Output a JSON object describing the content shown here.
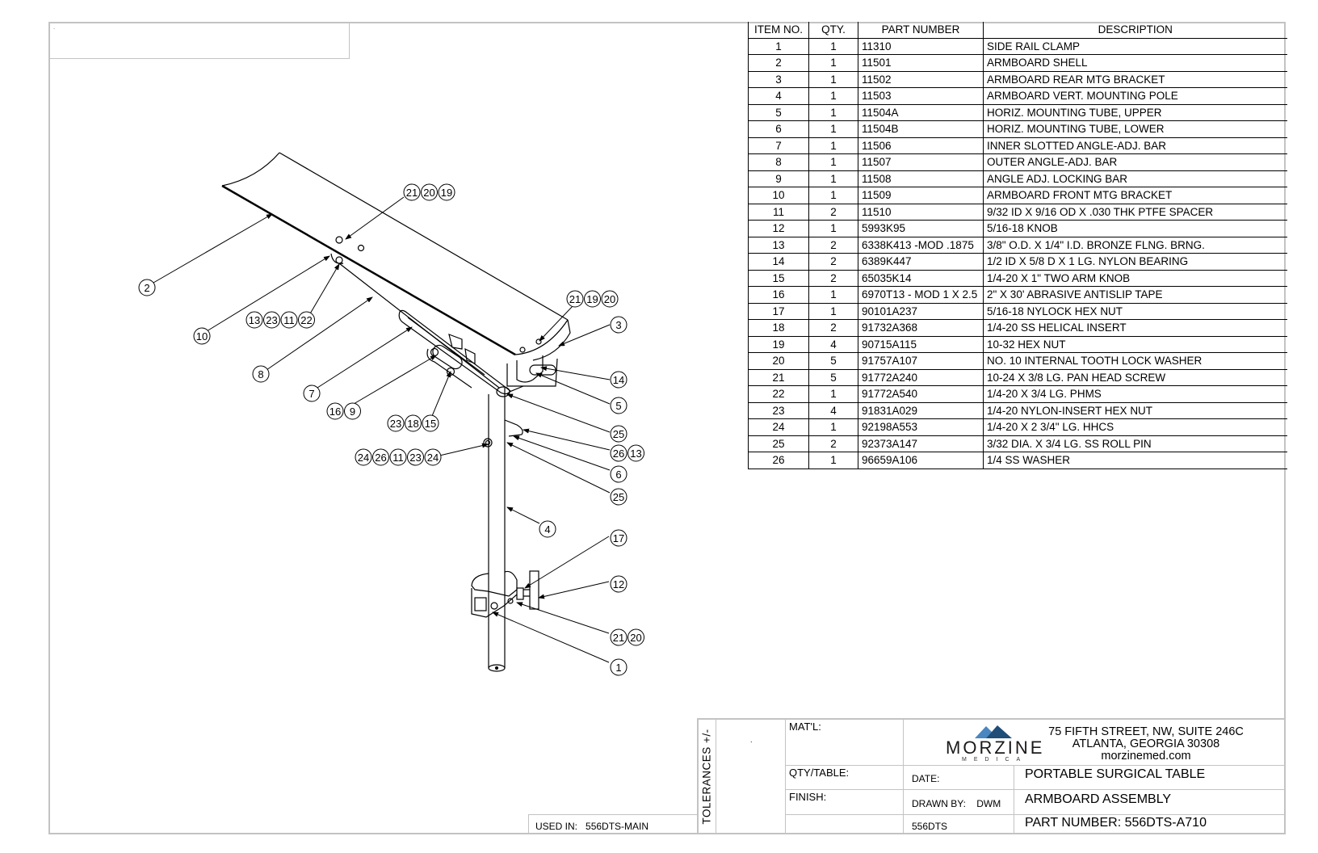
{
  "sheet": {
    "top_left_mark": "."
  },
  "bom": {
    "headers": [
      "ITEM NO.",
      "QTY.",
      "PART NUMBER",
      "DESCRIPTION"
    ],
    "rows": [
      {
        "item": "1",
        "qty": "1",
        "part": "11310",
        "desc": "SIDE RAIL CLAMP"
      },
      {
        "item": "2",
        "qty": "1",
        "part": "11501",
        "desc": "ARMBOARD SHELL"
      },
      {
        "item": "3",
        "qty": "1",
        "part": "11502",
        "desc": "ARMBOARD REAR MTG BRACKET"
      },
      {
        "item": "4",
        "qty": "1",
        "part": "11503",
        "desc": "ARMBOARD VERT. MOUNTING POLE"
      },
      {
        "item": "5",
        "qty": "1",
        "part": "11504A",
        "desc": "HORIZ. MOUNTING TUBE, UPPER"
      },
      {
        "item": "6",
        "qty": "1",
        "part": "11504B",
        "desc": "HORIZ. MOUNTING TUBE, LOWER"
      },
      {
        "item": "7",
        "qty": "1",
        "part": "11506",
        "desc": "INNER SLOTTED ANGLE-ADJ. BAR"
      },
      {
        "item": "8",
        "qty": "1",
        "part": "11507",
        "desc": "OUTER ANGLE-ADJ. BAR"
      },
      {
        "item": "9",
        "qty": "1",
        "part": "11508",
        "desc": "ANGLE ADJ. LOCKING BAR"
      },
      {
        "item": "10",
        "qty": "1",
        "part": "11509",
        "desc": "ARMBOARD FRONT MTG BRACKET"
      },
      {
        "item": "11",
        "qty": "2",
        "part": "11510",
        "desc": "9/32 ID X 9/16 OD X .030 THK PTFE SPACER"
      },
      {
        "item": "12",
        "qty": "1",
        "part": "5993K95",
        "desc": "5/16-18 KNOB"
      },
      {
        "item": "13",
        "qty": "2",
        "part": "6338K413 -MOD .1875",
        "desc": "3/8\" O.D. X 1/4\" I.D. BRONZE FLNG. BRNG."
      },
      {
        "item": "14",
        "qty": "2",
        "part": "6389K447",
        "desc": "1/2 ID X 5/8 D X 1 LG. NYLON BEARING"
      },
      {
        "item": "15",
        "qty": "2",
        "part": "65035K14",
        "desc": "1/4-20 X 1\" TWO ARM KNOB"
      },
      {
        "item": "16",
        "qty": "1",
        "part": "6970T13 - MOD 1 X 2.5",
        "desc": "2\" X 30' ABRASIVE ANTISLIP TAPE"
      },
      {
        "item": "17",
        "qty": "1",
        "part": "90101A237",
        "desc": "5/16-18 NYLOCK HEX NUT"
      },
      {
        "item": "18",
        "qty": "2",
        "part": "91732A368",
        "desc": "1/4-20 SS HELICAL INSERT"
      },
      {
        "item": "19",
        "qty": "4",
        "part": "90715A115",
        "desc": "10-32 HEX NUT"
      },
      {
        "item": "20",
        "qty": "5",
        "part": "91757A107",
        "desc": "NO. 10 INTERNAL TOOTH LOCK WASHER"
      },
      {
        "item": "21",
        "qty": "5",
        "part": "91772A240",
        "desc": "10-24 X 3/8 LG. PAN HEAD SCREW"
      },
      {
        "item": "22",
        "qty": "1",
        "part": "91772A540",
        "desc": "1/4-20 X 3/4 LG. PHMS"
      },
      {
        "item": "23",
        "qty": "4",
        "part": "91831A029",
        "desc": "1/4-20 NYLON-INSERT HEX NUT"
      },
      {
        "item": "24",
        "qty": "1",
        "part": "92198A553",
        "desc": "1/4-20 X 2 3/4\" LG. HHCS"
      },
      {
        "item": "25",
        "qty": "2",
        "part": "92373A147",
        "desc": "3/32 DIA. X 3/4 LG. SS ROLL PIN"
      },
      {
        "item": "26",
        "qty": "1",
        "part": "96659A106",
        "desc": "1/4 SS WASHER"
      }
    ]
  },
  "balloons": [
    {
      "id": "b-2",
      "labels": [
        "2"
      ]
    },
    {
      "id": "b-21-20-19",
      "labels": [
        "21",
        "20",
        "19"
      ]
    },
    {
      "id": "b-10",
      "labels": [
        "10"
      ]
    },
    {
      "id": "b-13-23-11-22",
      "labels": [
        "13",
        "23",
        "11",
        "22"
      ]
    },
    {
      "id": "b-8",
      "labels": [
        "8"
      ]
    },
    {
      "id": "b-7",
      "labels": [
        "7"
      ]
    },
    {
      "id": "b-16-9",
      "labels": [
        "16",
        "9"
      ]
    },
    {
      "id": "b-23-18-15",
      "labels": [
        "23",
        "18",
        "15"
      ]
    },
    {
      "id": "b-24-26-11-23-24",
      "labels": [
        "24",
        "26",
        "11",
        "23",
        "24"
      ]
    },
    {
      "id": "b-21-19-20",
      "labels": [
        "21",
        "19",
        "20"
      ]
    },
    {
      "id": "b-3",
      "labels": [
        "3"
      ]
    },
    {
      "id": "b-14",
      "labels": [
        "14"
      ]
    },
    {
      "id": "b-5",
      "labels": [
        "5"
      ]
    },
    {
      "id": "b-25a",
      "labels": [
        "25"
      ]
    },
    {
      "id": "b-26-13",
      "labels": [
        "26",
        "13"
      ]
    },
    {
      "id": "b-6",
      "labels": [
        "6"
      ]
    },
    {
      "id": "b-25b",
      "labels": [
        "25"
      ]
    },
    {
      "id": "b-4",
      "labels": [
        "4"
      ]
    },
    {
      "id": "b-17",
      "labels": [
        "17"
      ]
    },
    {
      "id": "b-12",
      "labels": [
        "12"
      ]
    },
    {
      "id": "b-21-20",
      "labels": [
        "21",
        "20"
      ]
    },
    {
      "id": "b-1",
      "labels": [
        "1"
      ]
    }
  ],
  "title_block": {
    "tolerances_label": "TOLERANCES +/-",
    "tolerance_value": ".",
    "matl_label": "MAT'L:",
    "qty_table_label": "QTY/TABLE:",
    "finish_label": "FINISH:",
    "date_label": "DATE:",
    "drawn_by_label": "DRAWN BY:",
    "drawn_by_value": "DWM",
    "project_code": "556DTS",
    "company_name": "MORZINE",
    "company_sub": "MEDICA",
    "address_line1": "75 FIFTH STREET, NW, SUITE 246C",
    "address_line2": "ATLANTA, GEORGIA  30308",
    "website": "morzinemed.com",
    "project_title": "PORTABLE SURGICAL TABLE",
    "drawing_title": "ARMBOARD ASSEMBLY",
    "part_number_text": "PART NUMBER: 556DTS-A710",
    "used_in_label": "USED IN:",
    "used_in_value": "556DTS-MAIN",
    "logo_colors": {
      "light": "#4a86c0",
      "dark": "#1f4e79"
    }
  }
}
